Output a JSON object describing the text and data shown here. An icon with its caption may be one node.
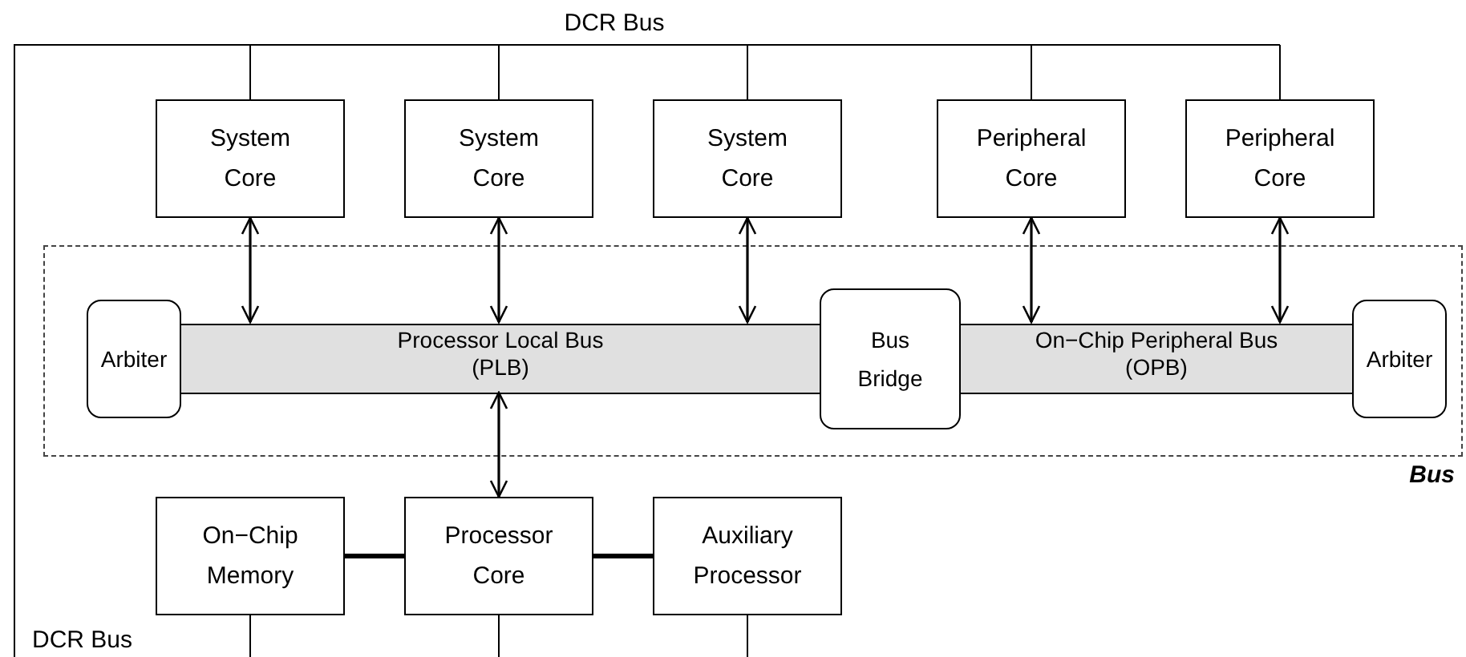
{
  "diagram": {
    "nodes": [
      {
        "text": [
          "Bus"
        ]
      },
      {
        "text": [
          "System Core"
        ]
      },
      {
        "text": [
          "System Core"
        ]
      },
      {
        "text": [
          "System Core"
        ]
      },
      {
        "text": [
          "Peripheral Core"
        ]
      },
      {
        "text": [
          "Peripheral Core"
        ]
      },
      {
        "text": [
          "Arbiter"
        ],
        "in": 0
      },
      {
        "text": [
          "Processor Local Bus (PLB)"
        ],
        "in": 0
      },
      {
        "text": [
          "Bus Bridge"
        ],
        "in": 0
      },
      {
        "text": [
          "On−Chip Peripheral Bus (OPB)"
        ],
        "in": 0
      },
      {
        "text": [
          "Arbiter"
        ],
        "in": 0
      },
      {
        "text": [
          "On−Chip Memory"
        ]
      },
      {
        "text": [
          "Processor Core"
        ]
      },
      {
        "text": [
          "Auxiliary Processor"
        ]
      }
    ],
    "edges": [
      {
        "from": null,
        "to": 1,
        "arrow": "none"
      },
      {
        "from": null,
        "to": 2,
        "arrow": "none"
      },
      {
        "from": null,
        "to": 3,
        "arrow": "none"
      },
      {
        "from": null,
        "to": 4,
        "arrow": "none"
      },
      {
        "from": null,
        "to": 5,
        "arrow": "none"
      },
      {
        "from": 1,
        "to": 7,
        "arrow": "both"
      },
      {
        "from": 2,
        "to": 7,
        "arrow": "both"
      },
      {
        "from": 3,
        "to": 7,
        "arrow": "both"
      },
      {
        "from": 4,
        "to": 9,
        "arrow": "both"
      },
      {
        "from": 5,
        "to": 9,
        "arrow": "both"
      },
      {
        "from": 7,
        "to": 12,
        "arrow": "both"
      },
      {
        "from": 11,
        "to": 12,
        "arrow": "none",
        "style": "thick"
      },
      {
        "from": 12,
        "to": 13,
        "arrow": "none",
        "style": "thick"
      },
      {
        "from": 11,
        "to": null,
        "arrow": "none"
      },
      {
        "from": 12,
        "to": null,
        "arrow": "none"
      },
      {
        "from": 13,
        "to": null,
        "arrow": "none"
      }
    ],
    "labels": [
      "DCR Bus",
      "DCR Bus"
    ]
  }
}
